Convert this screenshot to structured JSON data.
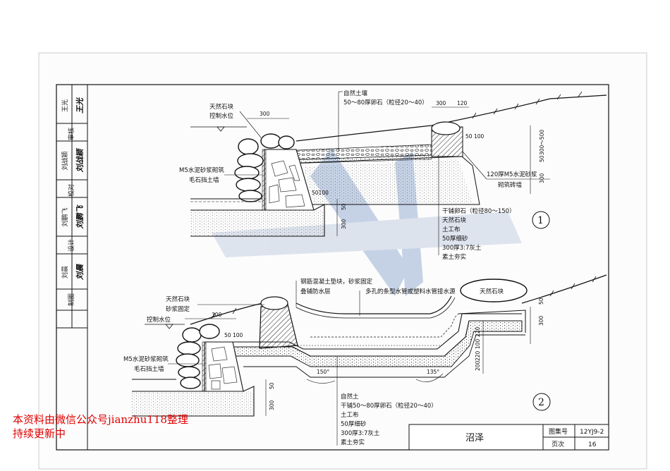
{
  "watermark": {
    "line1": "本资料由微信公众号jianzhu118整理",
    "line2": "持续更新中"
  },
  "title_block": {
    "title": "沼泽",
    "atlas_label": "图集号",
    "atlas_no": "12YJ9-2",
    "page_label": "页次",
    "page_no": "16"
  },
  "side_strip": {
    "role1": "审核",
    "name1": "王光",
    "sig1": "王光",
    "role2": "校对",
    "name2": "刘战颖",
    "sig2": "刘战颖",
    "role3": "设计",
    "name3": "刘鹏飞",
    "sig3": "刘鹏飞",
    "role4": "制图",
    "name4": "刘晨",
    "sig4": "刘晨"
  },
  "detail1": {
    "number": "1",
    "l_soil": "自然土壤",
    "l_pebble": "50～80厚卵石（粒径20～40）",
    "l_stone": "天然石块",
    "l_water": "控制水位",
    "l_m5": "M5水泥砂浆砌筑",
    "l_rubble": "毛石挡土墙",
    "l_brick1": "120厚M5水泥砂浆",
    "l_brick2": "砌筑砖墙",
    "l_dry": "干铺卵石（粒径80～150）",
    "l_stone2": "天然石块",
    "l_geo": "土工布",
    "l_sand": "50厚细砂",
    "l_lime": "300厚3:7灰土",
    "l_earth": "素土夯实",
    "d_300a": "300",
    "d_300b": "300",
    "d_120": "120",
    "d_50": "50",
    "d_100": "100",
    "d_300_500": "300～500",
    "d_50b": "50",
    "d_300c": "300",
    "d_50100": "50100",
    "d_50c": "50",
    "d_300d": "300"
  },
  "detail2": {
    "number": "2",
    "l_rc": "钢筋混凝土垫块，砂浆固定",
    "l_membrane": "叠铺防水层",
    "l_pipe": "多孔的条型水管或塑料水管接水源",
    "l_stone": "天然石块",
    "l_stone_l": "天然石块",
    "l_mortar": "砂浆固定",
    "l_water": "控制水位",
    "l_m5": "M5水泥砂浆砌筑",
    "l_rubble": "毛石挡土墙",
    "l_soil": "自然土",
    "l_dry": "干铺50～80厚卵石（粒径20～40）",
    "l_geo": "土工布",
    "l_sand": "50厚细砂",
    "l_lime": "300厚3:7灰土",
    "l_earth": "素土夯实",
    "d_300a": "300",
    "d_50": "50",
    "d_100": "100",
    "d_220a": "220",
    "d_100b": "100",
    "d_220b": "220",
    "d_200": "200",
    "d_150": "150°",
    "d_135": "135°",
    "d_50r": "50",
    "d_300r": "300",
    "d_50l": "50",
    "d_300l": "300"
  }
}
